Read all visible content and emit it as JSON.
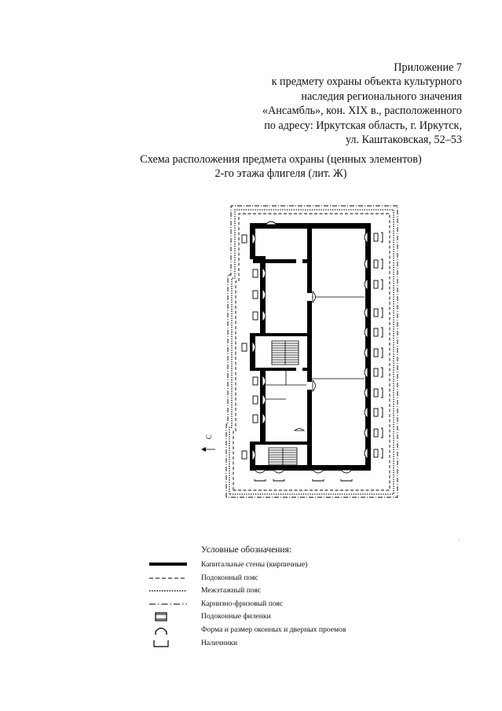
{
  "header": {
    "lines": [
      "Приложение 7",
      "к предмету охраны объекта культурного",
      "наследия регионального значения",
      "«Ансамбль», кон. XIX в., расположенного",
      "по адресу: Иркутская область, г. Иркутск,",
      "ул. Каштаковская, 52–53"
    ]
  },
  "title": {
    "lines": [
      "Схема расположения предмета охраны (ценных элементов)",
      "2-го этажа флигеля (лит. Ж)"
    ]
  },
  "plan": {
    "north_label": "С"
  },
  "legend": {
    "title": "Условные обозначения:",
    "items": [
      {
        "icon": "capital-walls-symbol",
        "label": "Капитальные стены (кирпичные)"
      },
      {
        "icon": "dashed-line-symbol",
        "label": "Подоконный пояс"
      },
      {
        "icon": "dotted-line-symbol",
        "label": "Межэтажный пояс"
      },
      {
        "icon": "dash-dot-line-symbol",
        "label": "Карнизно-фризовый пояс"
      },
      {
        "icon": "rectangle-symbol",
        "label": "Подоконные филенки"
      },
      {
        "icon": "arch-symbol",
        "label": "Форма и размер оконных и дверных проемов"
      },
      {
        "icon": "bracket-symbol",
        "label": "Наличники"
      }
    ]
  }
}
